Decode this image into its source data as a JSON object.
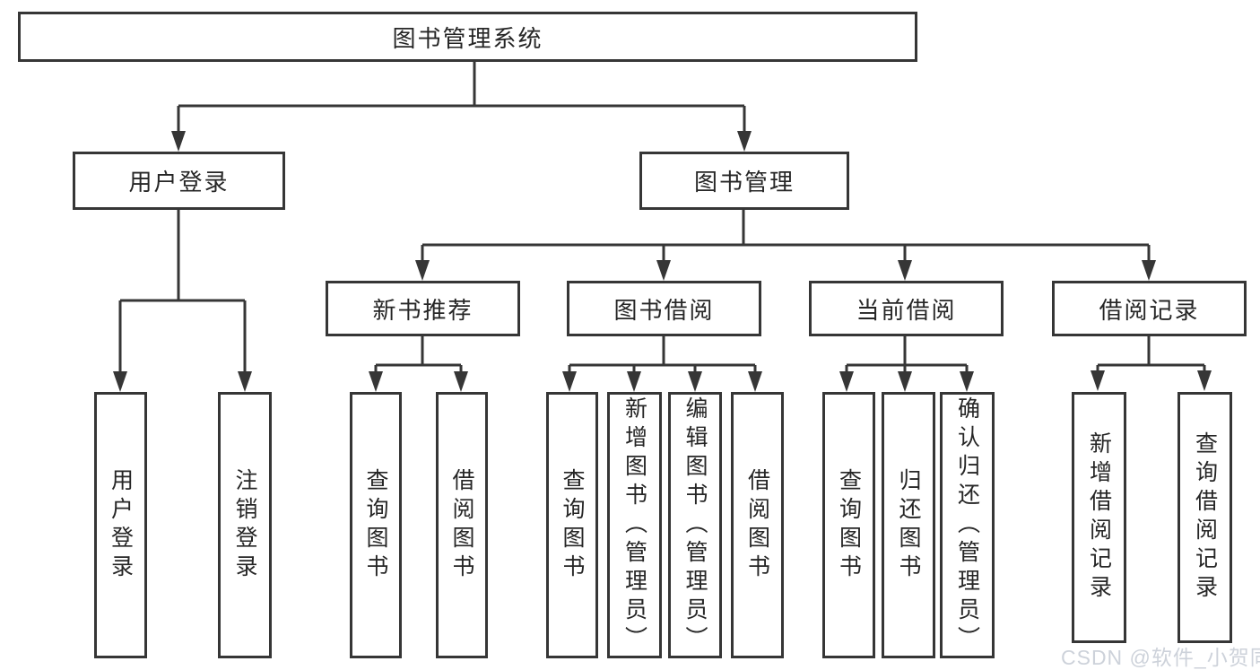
{
  "colors": {
    "bg": "#ffffff",
    "line": "#363636",
    "box_border": "#363636",
    "text": "#262626",
    "watermark": "#cdd2da"
  },
  "tree": {
    "root": "图书管理系统",
    "branches": [
      {
        "label": "用户登录",
        "children": [
          {
            "label": "用户登录"
          },
          {
            "label": "注销登录"
          }
        ]
      },
      {
        "label": "图书管理",
        "children": [
          {
            "label": "新书推荐",
            "children": [
              {
                "label": "查询图书"
              },
              {
                "label": "借阅图书"
              }
            ]
          },
          {
            "label": "图书借阅",
            "children": [
              {
                "label": "查询图书"
              },
              {
                "label": "新增图书（管理员）"
              },
              {
                "label": "编辑图书（管理员）"
              },
              {
                "label": "借阅图书"
              }
            ]
          },
          {
            "label": "当前借阅",
            "children": [
              {
                "label": "查询图书"
              },
              {
                "label": "归还图书"
              },
              {
                "label": "确认归还（管理员）"
              }
            ]
          },
          {
            "label": "借阅记录",
            "children": [
              {
                "label": "新增借阅记录"
              },
              {
                "label": "查询借阅记录"
              }
            ]
          }
        ]
      }
    ]
  },
  "watermark": {
    "text": "CSDN @软件_小贺同学"
  }
}
